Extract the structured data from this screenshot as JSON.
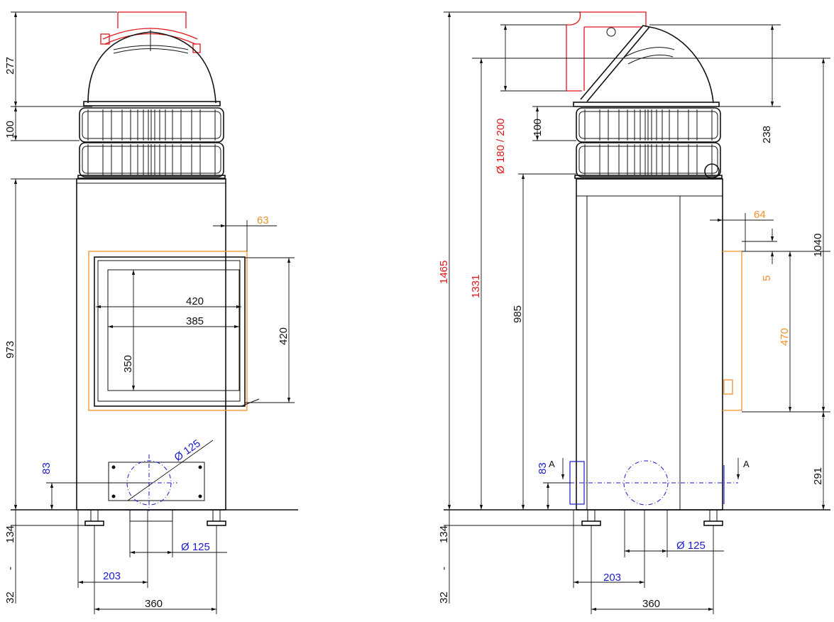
{
  "colors": {
    "line": "#111111",
    "red": "#e0161b",
    "orange": "#f0902a",
    "blue": "#1a1acc"
  },
  "front_view": {
    "dims": {
      "top_height": "277",
      "ring_height": "100",
      "body_height": "973",
      "door_offset": "63",
      "door_width_outer": "420",
      "door_width_inner": "385",
      "glass_height": "350",
      "door_height": "420",
      "outlet_height": "83",
      "outlet_diameter_diag": "Ø  125",
      "feet_max": "134",
      "feet_sep": "-",
      "feet_min": "32",
      "outlet_diameter": "Ø    125",
      "outlet_offset": "203",
      "feet_spacing": "360"
    }
  },
  "side_view": {
    "dims": {
      "total_height": "1465",
      "flue_height": "1331",
      "flue_diameter": "Ø   180   /   200",
      "ring_height": "100",
      "body_height": "985",
      "top_height": "238",
      "door_top": "1040",
      "door_offset": "64",
      "door_gap": "5",
      "door_height": "470",
      "door_bottom": "291",
      "outlet_height": "83",
      "section_left": "A",
      "section_right": "A",
      "feet_max": "134",
      "feet_sep": "-",
      "feet_min": "32",
      "outlet_offset": "203",
      "outlet_diameter": "Ø    125",
      "feet_spacing": "360"
    }
  }
}
